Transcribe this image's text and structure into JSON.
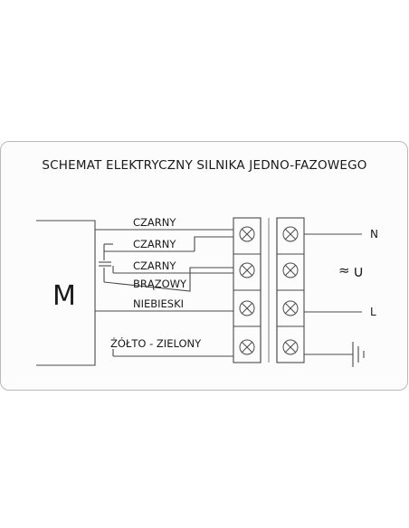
{
  "title": "SCHEMAT ELEKTRYCZNY SILNIKA JEDNO-FAZOWEGO",
  "motor": {
    "label": "M"
  },
  "wires": [
    {
      "label": "CZARNY"
    },
    {
      "label": "CZARNY"
    },
    {
      "label": "CZARNY"
    },
    {
      "label": "BRĄZOWY"
    },
    {
      "label": "NIEBIESKI"
    },
    {
      "label": "ŻÓŁTO - ZIELONY"
    }
  ],
  "terminals": {
    "n": "N",
    "l": "L",
    "ac": "≈",
    "bridge": "∪"
  }
}
